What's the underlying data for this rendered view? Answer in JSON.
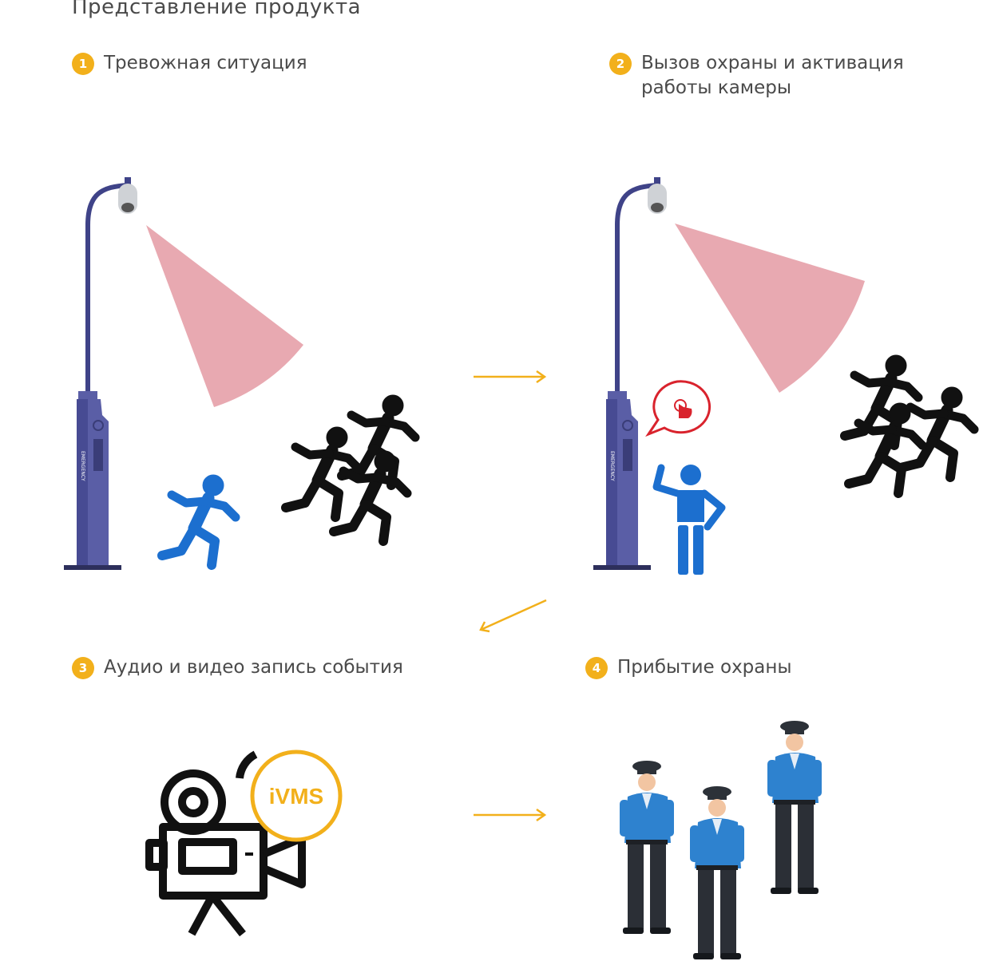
{
  "page_title": "Представление продукта",
  "steps": [
    {
      "number": "1",
      "label": "Тревожная ситуация"
    },
    {
      "number": "2",
      "label": "Вызов охраны и активация\nработы камеры"
    },
    {
      "number": "3",
      "label": "Аудио и видео запись события"
    },
    {
      "number": "4",
      "label": "Прибытие охраны"
    }
  ],
  "logo_text": "iVMS",
  "colors": {
    "accent": "#f2b01b",
    "camera_cone": "#e8a9b1",
    "pole": "#4b4f95",
    "victim": "#1c6fcf",
    "alert": "#d9232d"
  }
}
